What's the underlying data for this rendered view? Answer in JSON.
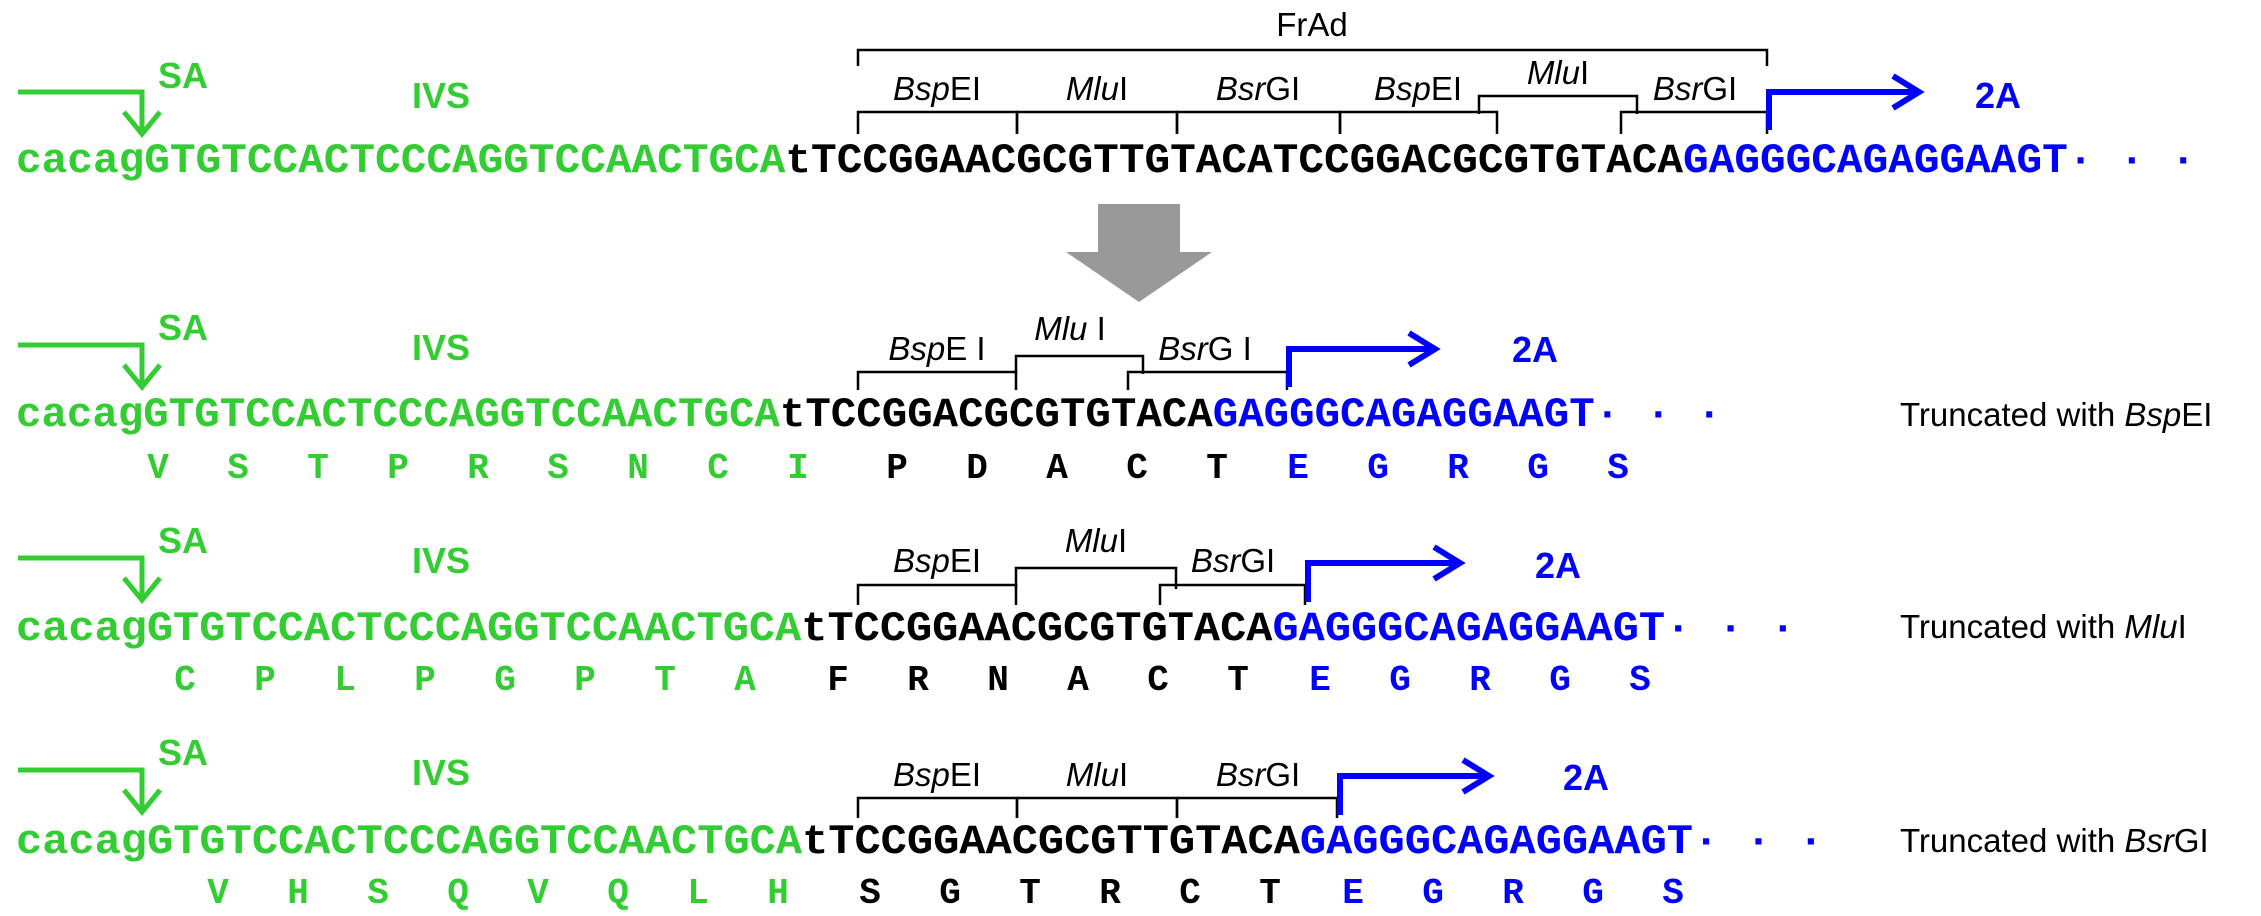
{
  "colors": {
    "intron": "#33cc33",
    "frad": "#000000",
    "twoA": "#0000ff",
    "bracket": "#000000",
    "arrow": "#999999"
  },
  "labels": {
    "sa": "SA",
    "ivs": "IVS",
    "twoA": "2A",
    "frad": "FrAd",
    "dots": "· · ·"
  },
  "sites": {
    "bsp": {
      "italic": "Bsp",
      "rest": "EI"
    },
    "mlu": {
      "italic": "Mlu",
      "rest": "I"
    },
    "bsr": {
      "italic": "Bsr",
      "rest": "GI"
    },
    "bsp_sp": {
      "italic": "Bsp",
      "rest": "E I"
    },
    "mlu_sp": {
      "italic": "Mlu",
      "rest": " I"
    },
    "bsr_sp": {
      "italic": "Bsr",
      "rest": "G I"
    }
  },
  "rows": [
    {
      "lower": "cacag",
      "intron": "GTGTCCACTCCCAGGTCCAACTGCA",
      "t": "t",
      "frad": "TCCGGAACGCGTTGTACATCCGGACGCGTGTACA",
      "twoA": "GAGGGCAGAGGAAGT",
      "truncated": null,
      "aa": null
    },
    {
      "lower": "cacag",
      "intron": "GTGTCCACTCCCAGGTCCAACTGCA",
      "t": "t",
      "frad": "TCCGGACGCGTGTACA",
      "twoA": "GAGGGCAGAGGAAGT",
      "truncated": {
        "prefix": "Truncated with ",
        "italic": "Bsp",
        "rest": "EI"
      },
      "aa": {
        "green": [
          "V",
          "S",
          "T",
          "P",
          "R",
          "S",
          "N",
          "C",
          "I"
        ],
        "black": [
          "P",
          "D",
          "A",
          "C",
          "T"
        ],
        "blue": [
          "E",
          "G",
          "R",
          "G",
          "S"
        ]
      }
    },
    {
      "lower": "cacag",
      "intron": "GTGTCCACTCCCAGGTCCAACTGCA",
      "t": "t",
      "frad": "TCCGGAACGCGTGTACA",
      "twoA": "GAGGGCAGAGGAAGT",
      "truncated": {
        "prefix": "Truncated with ",
        "italic": "Mlu",
        "rest": "I"
      },
      "aa": {
        "green": [
          "C",
          "P",
          "L",
          "P",
          "G",
          "P",
          "T",
          "A"
        ],
        "black": [
          "F",
          "R",
          "N",
          "A",
          "C",
          "T"
        ],
        "blue": [
          "E",
          "G",
          "R",
          "G",
          "S"
        ]
      }
    },
    {
      "lower": "cacag",
      "intron": "GTGTCCACTCCCAGGTCCAACTGCA",
      "t": "t",
      "frad": "TCCGGAACGCGTTGTACA",
      "twoA": "GAGGGCAGAGGAAGT",
      "truncated": {
        "prefix": "Truncated with ",
        "italic": "Bsr",
        "rest": "GI"
      },
      "aa": {
        "green": [
          "V",
          "H",
          "S",
          "Q",
          "V",
          "Q",
          "L",
          "H"
        ],
        "black": [
          "S",
          "G",
          "T",
          "R",
          "C",
          "T"
        ],
        "blue": [
          "E",
          "G",
          "R",
          "G",
          "S"
        ]
      }
    }
  ]
}
